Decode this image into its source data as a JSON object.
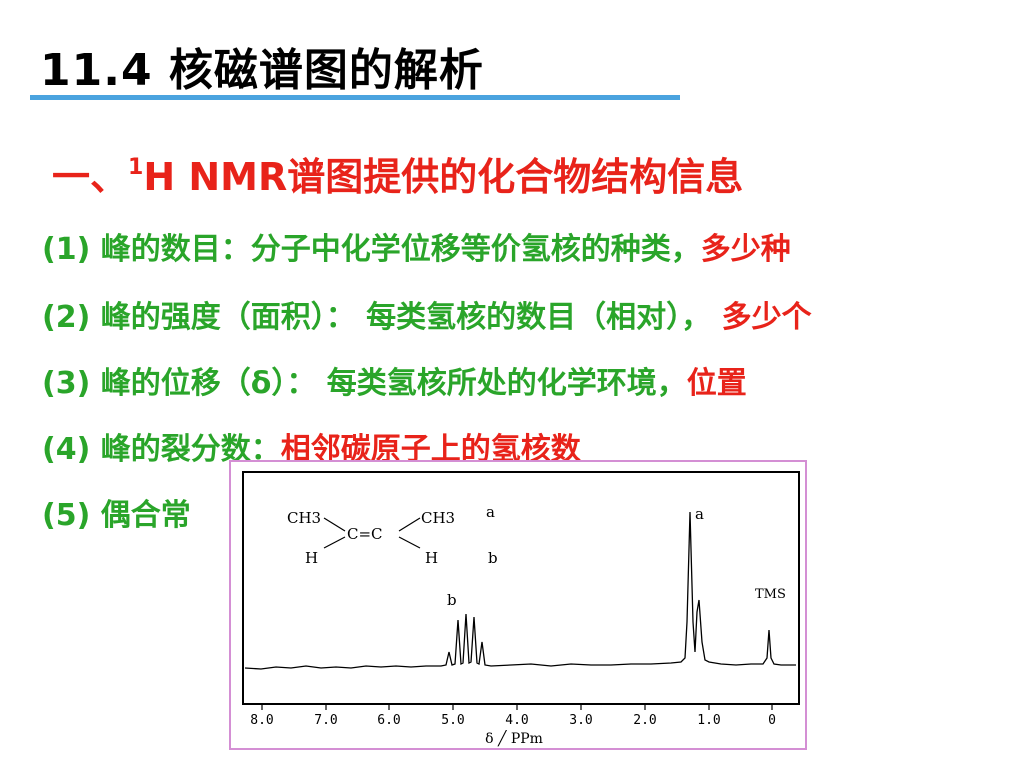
{
  "slide": {
    "title": "11.4 核磁谱图的解析",
    "heading": {
      "prefix": "一、",
      "sup": "1",
      "main": "H NMR谱图提供的化合物结构信息"
    },
    "items": [
      {
        "green": "(1) 峰的数目：分子中化学位移等价氢核的种类，",
        "red": "多少种"
      },
      {
        "green": "(2) 峰的强度（面积）： 每类氢核的数目（相对）， ",
        "red": "多少个"
      },
      {
        "green": "(3) 峰的位移（δ）： 每类氢核所处的化学环境，",
        "red": "位置"
      },
      {
        "green": "(4) 峰的裂分数：",
        "red": "相邻碳原子上的氢核数"
      },
      {
        "green": "(5) 偶合常",
        "red": ""
      }
    ],
    "colors": {
      "green": "#2aa52a",
      "red": "#e8231a",
      "rule": "#4aa3df",
      "frame": "#d48fd4"
    }
  },
  "spectrum": {
    "structure": {
      "ch3_left": "CH3",
      "ch3_right": "CH3",
      "c_eq_c": "C=C",
      "h_left": "H",
      "h_right": "H",
      "label_a": "a",
      "label_b": "b"
    },
    "peak_labels": {
      "a": "a",
      "b": "b",
      "tms": "TMS"
    },
    "ticks": [
      "8.0",
      "7.0",
      "6.0",
      "5.0",
      "4.0",
      "3.0",
      "2.0",
      "1.0",
      "0"
    ],
    "axis_label": "δ ╱ PPm"
  }
}
